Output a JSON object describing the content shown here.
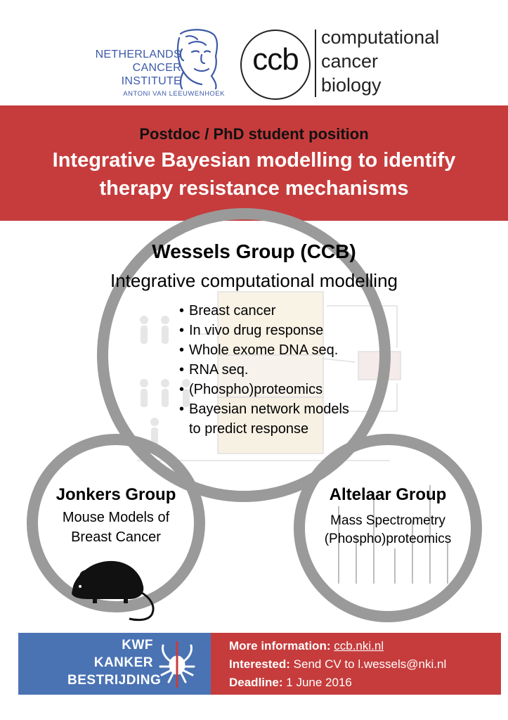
{
  "header": {
    "nki_lines": [
      "NETHERLANDS",
      "CANCER",
      "INSTITUTE"
    ],
    "nki_sub": "ANTONI VAN LEEUWENHOEK",
    "ccb_letters": "ccb",
    "ccb_words": [
      "computational",
      "cancer",
      "biology"
    ]
  },
  "banner": {
    "kicker": "Postdoc / PhD student position",
    "title_line1": "Integrative Bayesian modelling to identify",
    "title_line2": "therapy resistance mechanisms"
  },
  "wessels": {
    "title": "Wessels Group (CCB)",
    "subtitle": "Integrative computational modelling",
    "bullets": [
      "Breast cancer",
      "In vivo drug response",
      "Whole exome DNA seq.",
      "RNA seq.",
      "(Phospho)proteomics",
      "Bayesian network models to predict response"
    ]
  },
  "jonkers": {
    "title": "Jonkers Group",
    "line1": "Mouse Models of",
    "line2": "Breast Cancer"
  },
  "altelaar": {
    "title": "Altelaar Group",
    "line1": "Mass Spectrometry",
    "line2": "(Phospho)proteomics"
  },
  "footer": {
    "kwf_lines": [
      "KWF",
      "KANKER",
      "BESTRIJDING"
    ],
    "info1_label": "More information:",
    "info1_value": "ccb.nki.nl",
    "info2_label": "Interested:",
    "info2_value": "Send CV to l.wessels@nki.nl",
    "info3_label": "Deadline:",
    "info3_value": "1 June 2016"
  },
  "colors": {
    "banner_red": "#c63c3c",
    "kwf_blue": "#4a73b4",
    "ring_gray": "#9a9a9a",
    "nki_blue": "#3d5aa8"
  }
}
